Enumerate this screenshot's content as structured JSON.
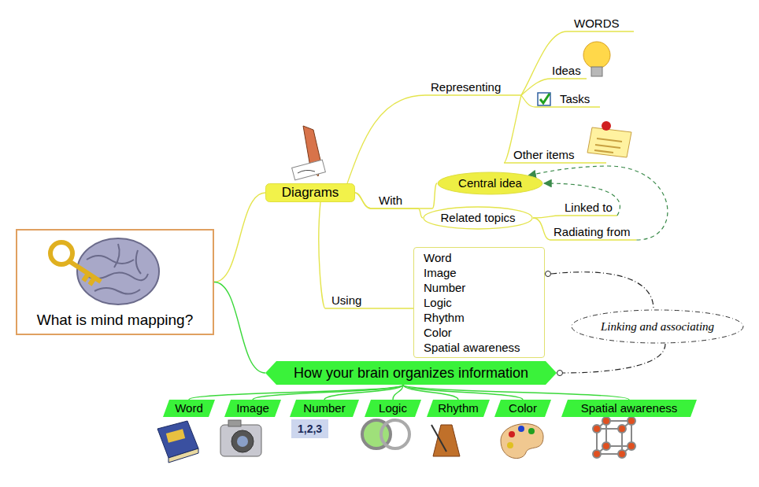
{
  "diagram": {
    "nodes": [
      {
        "text": [
          "What is mind mapping?"
        ]
      },
      {
        "text": [
          "Diagrams"
        ]
      },
      {
        "text": [
          "Central idea"
        ]
      },
      {
        "text": [
          "Related topics"
        ]
      },
      {
        "text": [
          "Word",
          "Image",
          "Number",
          "Logic",
          "Rhythm",
          "Color",
          "Spatial awareness"
        ]
      },
      {
        "text": [
          "Linking and associating"
        ]
      },
      {
        "text": [
          "How your brain organizes information"
        ]
      },
      {
        "text": [
          "Word"
        ]
      },
      {
        "text": [
          "Image"
        ]
      },
      {
        "text": [
          "Number"
        ]
      },
      {
        "text": [
          "Logic"
        ]
      },
      {
        "text": [
          "Rhythm"
        ]
      },
      {
        "text": [
          "Color"
        ]
      },
      {
        "text": [
          "Spatial awareness"
        ]
      }
    ],
    "edges": [
      {
        "from": 0,
        "to": 1,
        "arrow": "none"
      },
      {
        "from": 0,
        "to": 6,
        "arrow": "none"
      },
      {
        "from": 1,
        "to": 2,
        "label": "With",
        "arrow": "none"
      },
      {
        "from": 1,
        "to": 3,
        "arrow": "none"
      },
      {
        "from": 1,
        "to": 4,
        "label": "Using",
        "arrow": "none"
      },
      {
        "from": 3,
        "to": 2,
        "label": "Linked to",
        "arrow": "to"
      },
      {
        "from": 3,
        "to": 2,
        "label": "Radiating from",
        "arrow": "to"
      },
      {
        "from": 4,
        "to": 5,
        "arrow": "none"
      },
      {
        "from": 5,
        "to": 6,
        "arrow": "none"
      },
      {
        "from": 6,
        "to": 7,
        "arrow": "none"
      },
      {
        "from": 6,
        "to": 8,
        "arrow": "none"
      },
      {
        "from": 6,
        "to": 9,
        "arrow": "none"
      },
      {
        "from": 6,
        "to": 10,
        "arrow": "none"
      },
      {
        "from": 6,
        "to": 11,
        "arrow": "none"
      },
      {
        "from": 6,
        "to": 12,
        "arrow": "none"
      },
      {
        "from": 6,
        "to": 13,
        "arrow": "none"
      }
    ],
    "labels": [
      "Representing",
      "WORDS",
      "Ideas",
      "Tasks",
      "Other items",
      "1,2,3"
    ]
  }
}
